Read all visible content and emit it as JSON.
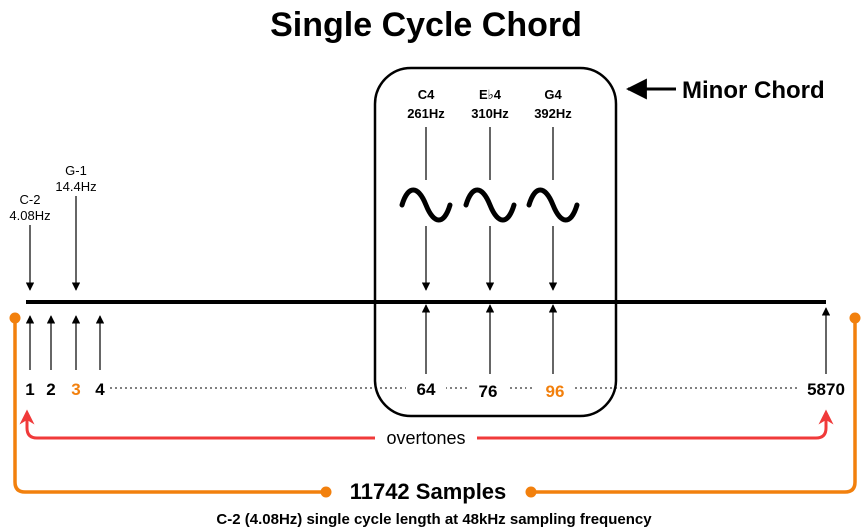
{
  "title": "Single Cycle Chord",
  "chord_label": "Minor Chord",
  "chord_notes": [
    {
      "name": "C4",
      "freq": "261Hz"
    },
    {
      "name": "E♭4",
      "freq": "310Hz"
    },
    {
      "name": "G4",
      "freq": "392Hz"
    }
  ],
  "low_notes": [
    {
      "name": "C-2",
      "freq": "4.08Hz"
    },
    {
      "name": "G-1",
      "freq": "14.4Hz"
    }
  ],
  "indices": [
    "1",
    "2",
    "3",
    "4",
    "64",
    "76",
    "96",
    "5870"
  ],
  "overtones_label": "overtones",
  "samples_label": "11742 Samples",
  "caption": "C-2 (4.08Hz) single cycle length at 48kHz sampling frequency",
  "colors": {
    "highlight": "#f2800d",
    "overtones_arrow": "#f03a3a",
    "line": "#000000"
  }
}
